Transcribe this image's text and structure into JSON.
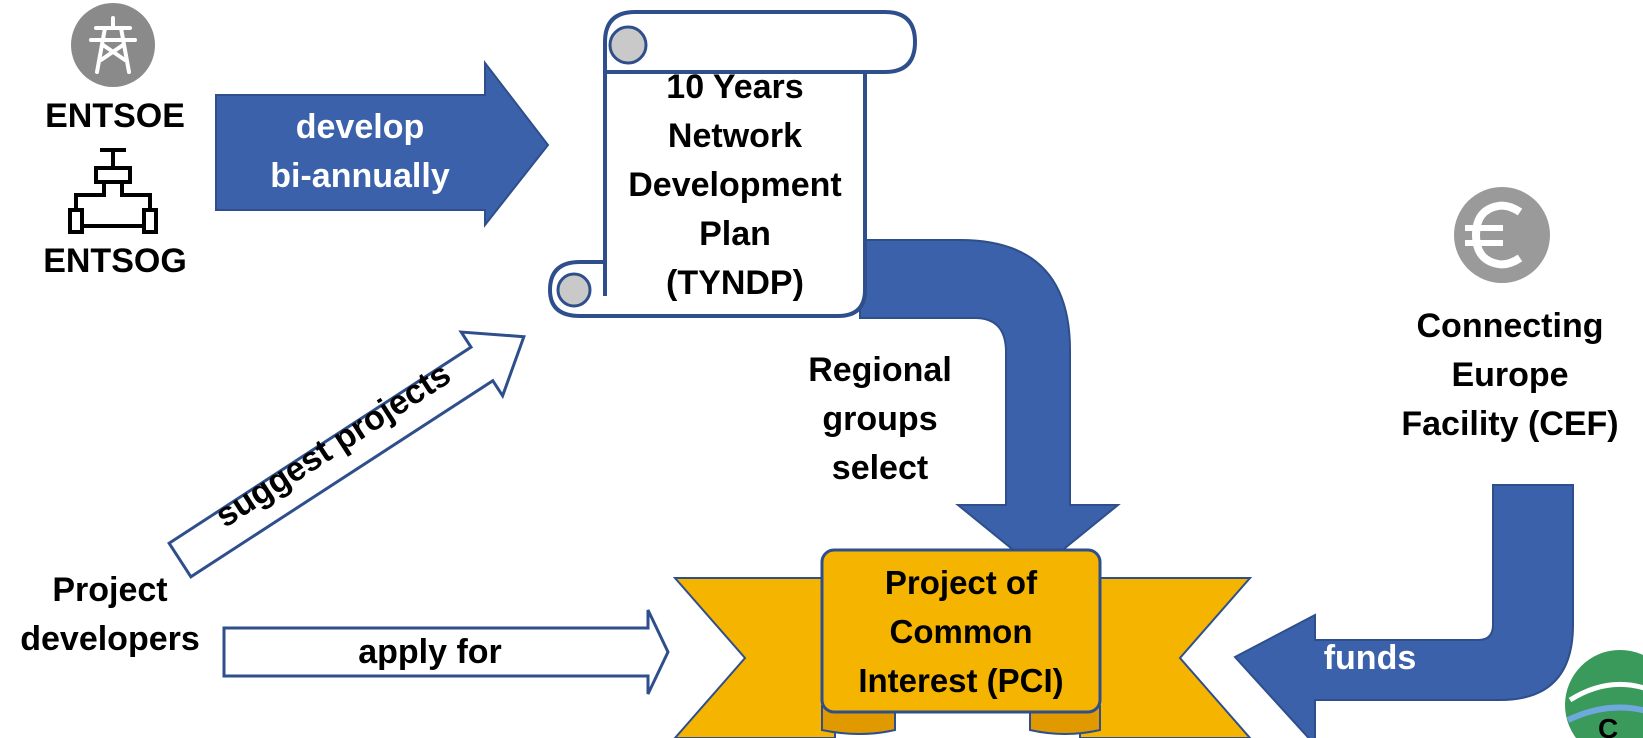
{
  "colors": {
    "arrow_blue": "#3a61a9",
    "arrow_blue_dark": "#2e4f8c",
    "ribbon_gold": "#f4b400",
    "ribbon_gold_dark": "#e09a00",
    "icon_gray": "#8a8a8a"
  },
  "actors": {
    "entsoe": {
      "label": "ENTSOE",
      "icon": "transmission-tower-icon"
    },
    "entsog": {
      "label": "ENTSOG",
      "icon": "gas-pipe-valve-icon"
    },
    "developers": {
      "line1": "Project",
      "line2": "developers"
    },
    "cef": {
      "line1": "Connecting",
      "line2": "Europe",
      "line3": "Facility (CEF)",
      "icon": "euro-coin-icon"
    }
  },
  "arrows": {
    "develop": {
      "line1": "develop",
      "line2": "bi-annually"
    },
    "suggest": {
      "label": "suggest projects"
    },
    "apply": {
      "label": "apply for"
    },
    "funds": {
      "label": "funds"
    },
    "select": {
      "line1": "Regional",
      "line2": "groups",
      "line3": "select"
    }
  },
  "tyndp": {
    "line1": "10 Years",
    "line2": "Network",
    "line3": "Development",
    "line4": "Plan",
    "line5": "(TYNDP)"
  },
  "pci": {
    "line1": "Project of",
    "line2": "Common",
    "line3": "Interest (PCI)"
  }
}
